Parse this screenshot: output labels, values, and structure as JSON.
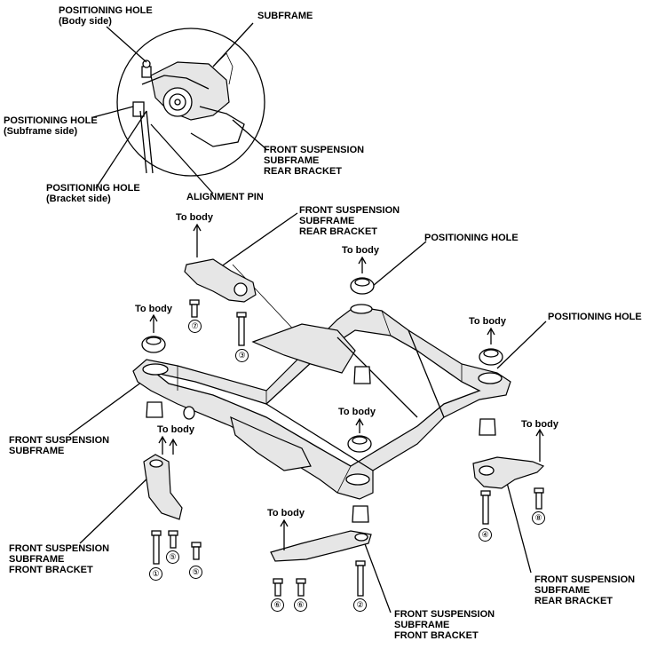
{
  "labels": {
    "positioning_hole_body": "POSITIONING HOLE\n(Body side)",
    "subframe": "SUBFRAME",
    "positioning_hole_subframe": "POSITIONING HOLE\n(Subframe side)",
    "front_susp_rear_bracket_top": "FRONT SUSPENSION\nSUBFRAME\nREAR BRACKET",
    "positioning_hole_bracket": "POSITIONING HOLE\n(Bracket side)",
    "alignment_pin": "ALIGNMENT PIN",
    "front_susp_rear_bracket_mid": "FRONT SUSPENSION\nSUBFRAME\nREAR BRACKET",
    "positioning_hole_center": "POSITIONING HOLE",
    "positioning_hole_right": "POSITIONING HOLE",
    "front_susp_subframe": "FRONT SUSPENSION\nSUBFRAME",
    "front_susp_front_bracket_left": "FRONT SUSPENSION\nSUBFRAME\nFRONT BRACKET",
    "front_susp_rear_bracket_right": "FRONT SUSPENSION\nSUBFRAME\nREAR BRACKET",
    "front_susp_front_bracket_bottom": "FRONT SUSPENSION\nSUBFRAME\nFRONT BRACKET"
  },
  "to_body": "To body",
  "bolt_numbers": [
    "①",
    "②",
    "③",
    "④",
    "⑤",
    "⑤",
    "⑥",
    "⑥",
    "⑦",
    "⑧"
  ]
}
